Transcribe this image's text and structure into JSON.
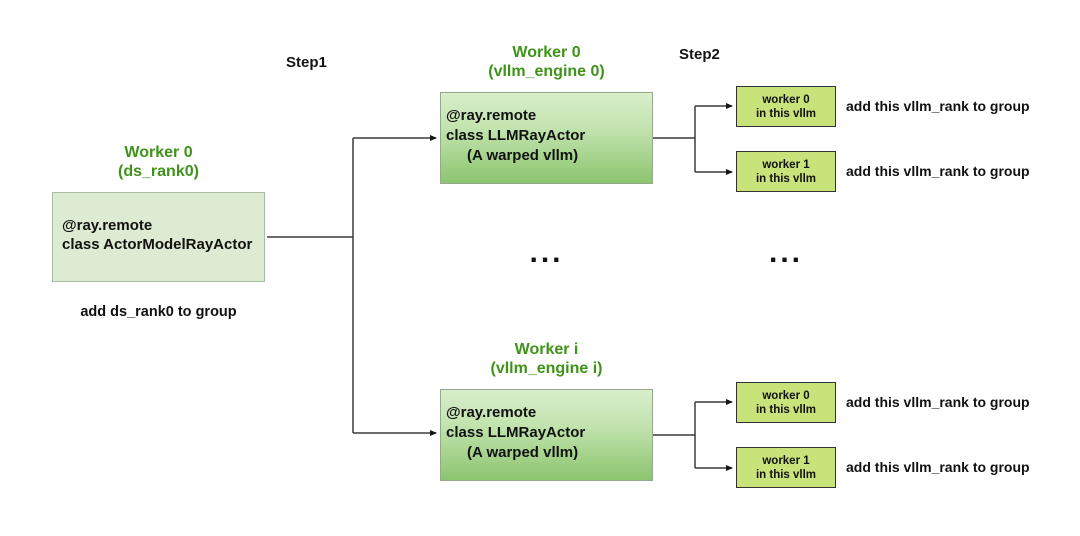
{
  "diagram": {
    "step1_label": "Step1",
    "step2_label": "Step2",
    "ellipsis_engines": "...",
    "ellipsis_workers": "...",
    "root": {
      "title_line1": "Worker 0",
      "title_line2": "(ds_rank0)",
      "box_line1": "@ray.remote",
      "box_line2": "class ActorModelRayActor",
      "caption": "add ds_rank0 to group"
    },
    "engines": [
      {
        "title_line1": "Worker 0",
        "title_line2": "(vllm_engine 0)",
        "box_line1": "@ray.remote",
        "box_line2": "class LLMRayActor",
        "box_line3": "(A warped vllm)",
        "workers": [
          {
            "name_line1": "worker 0",
            "name_line2": "in this vllm",
            "note": "add this vllm_rank to group"
          },
          {
            "name_line1": "worker 1",
            "name_line2": "in this vllm",
            "note": "add this vllm_rank to group"
          }
        ]
      },
      {
        "title_line1": "Worker i",
        "title_line2": "(vllm_engine i)",
        "box_line1": "@ray.remote",
        "box_line2": "class LLMRayActor",
        "box_line3": "(A warped vllm)",
        "workers": [
          {
            "name_line1": "worker 0",
            "name_line2": "in this vllm",
            "note": "add this vllm_rank to group"
          },
          {
            "name_line1": "worker 1",
            "name_line2": "in this vllm",
            "note": "add this vllm_rank to group"
          }
        ]
      }
    ],
    "colors": {
      "label_green": "#3e9318",
      "root_box_fill": "#dcebd2",
      "root_box_border": "#a9bca1",
      "engine_box_gradient_top": "#d8eeca",
      "engine_box_gradient_bottom": "#8cc56f",
      "engine_box_border": "#95a98f",
      "worker_box_fill": "#c9e37b",
      "worker_box_border": "#323232",
      "connector_line": "#3c3c3c"
    }
  }
}
